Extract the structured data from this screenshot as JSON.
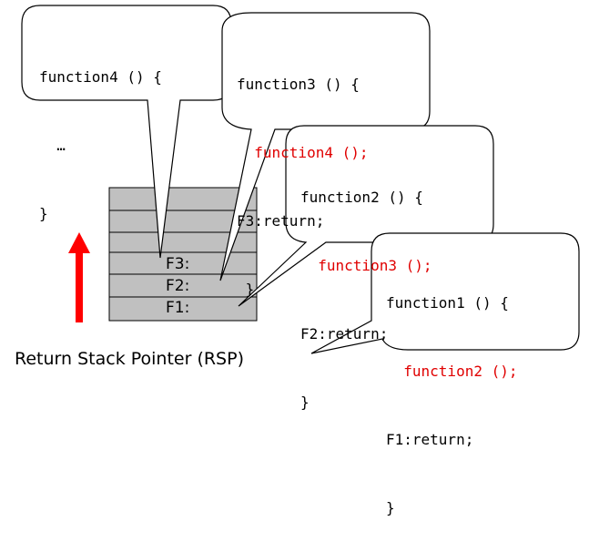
{
  "colors": {
    "stack_fill": "#c0c0c0",
    "stack_stroke": "#000000",
    "call_highlight": "#e00000",
    "arrow": "#ff0000",
    "bubble_fill": "#ffffff"
  },
  "stack": {
    "slots": [
      "F3:",
      "F2:",
      "F1:"
    ]
  },
  "rsp_label": "Return Stack Pointer (RSP)",
  "bubbles": [
    {
      "id": "function4",
      "lines": [
        {
          "text": "function4 () {",
          "highlight": false
        },
        {
          "text": "  …",
          "highlight": false
        },
        {
          "text": "}",
          "highlight": false
        }
      ]
    },
    {
      "id": "function3",
      "lines": [
        {
          "text": "function3 () {",
          "highlight": false
        },
        {
          "text": "  function4 ();",
          "highlight": true
        },
        {
          "text": "F3:return;",
          "highlight": false
        },
        {
          "text": " }",
          "highlight": false
        }
      ]
    },
    {
      "id": "function2",
      "lines": [
        {
          "text": "function2 () {",
          "highlight": false
        },
        {
          "text": "  function3 ();",
          "highlight": true
        },
        {
          "text": "F2:return;",
          "highlight": false
        },
        {
          "text": "}",
          "highlight": false
        }
      ]
    },
    {
      "id": "function1",
      "lines": [
        {
          "text": "function1 () {",
          "highlight": false
        },
        {
          "text": "  function2 ();",
          "highlight": true
        },
        {
          "text": "F1:return;",
          "highlight": false
        },
        {
          "text": "}",
          "highlight": false
        }
      ]
    }
  ]
}
